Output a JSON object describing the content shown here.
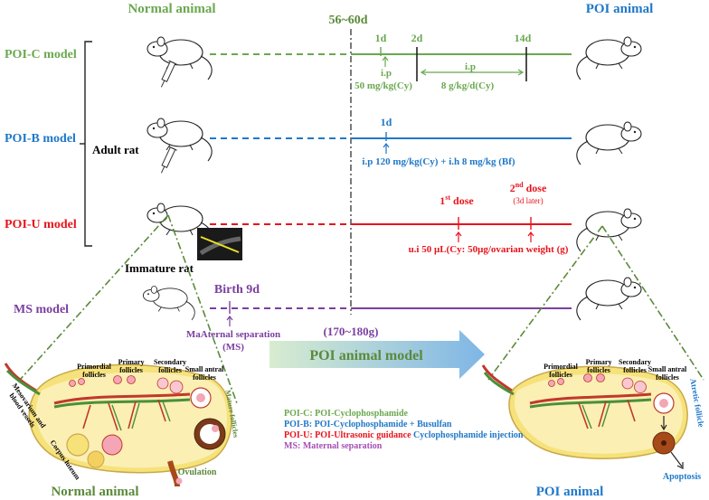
{
  "colors": {
    "green": "#6aa84f",
    "dark_green": "#5b8a3a",
    "blue": "#1f78c8",
    "red": "#e8141c",
    "purple": "#7a3fa0",
    "black": "#000000",
    "ovary_fill": "#f6e27a",
    "arrow_start": "#d8ecd0",
    "arrow_end": "#7fb6e6"
  },
  "header": {
    "left": "Normal animal",
    "right": "POI animal",
    "age": "56~60d"
  },
  "models": {
    "poi_c": {
      "label": "POI-C model",
      "day1": "1d",
      "day2": "2d",
      "day14": "14d",
      "ip1": "i.p",
      "dose1": "50 mg/kg(Cy)",
      "ip2": "i.p",
      "dose2": "8 g/kg/d(Cy)"
    },
    "poi_b": {
      "label": "POI-B model",
      "day1": "1d",
      "dose": "i.p 120 mg/kg(Cy) + i.h 8 mg/kg (Bf)"
    },
    "adult_rat": "Adult rat",
    "poi_u": {
      "label": "POI-U model",
      "first_dose_num": "1",
      "first_dose_sup": "st",
      "first_dose_word": " dose",
      "second_dose_num": "2",
      "second_dose_sup": "nd",
      "second_dose_word": " dose",
      "later": "(3d later)",
      "dose": "u.i 50 μL(Cy: 50μg/ovarian weight (g)"
    },
    "immature_rat": "Immature rat",
    "ms": {
      "label": "MS model",
      "birth": "Birth 9d",
      "sep1": "MaAternal separation",
      "sep2": "(MS)",
      "weight": "(170~180g)"
    }
  },
  "big_arrow": "POI animal model",
  "legend": {
    "c": "POI-C: POI-Cyclophosphamide",
    "b": "POI-B: POI-Cyclophosphamide + Busulfan",
    "u1": "POI-U: POI-Ultrasonic guidance",
    "u2": " Cyclophosphamide injection",
    "ms": "MS:  Maternal separation"
  },
  "left_ovary": {
    "primordial1": "Primordial",
    "primordial2": "follicles",
    "primary1": "Primary",
    "primary2": "follicles",
    "secondary1": "Secondary",
    "secondary2": "follicles",
    "small_antral1": "Small antral",
    "small_antral2": "follicles",
    "mature": "Mature follicles",
    "meso1": "Mesovarium and",
    "meso2": "blood vessels",
    "corpus": "Corpus luteum",
    "ovulation": "Ovulation"
  },
  "right_ovary": {
    "primordial1": "Primordial",
    "primordial2": "follicles",
    "primary1": "Primary",
    "primary2": "follicles",
    "secondary1": "Secondary",
    "secondary2": "follicles",
    "small_antral1": "Small antral",
    "small_antral2": "follicles",
    "atretic": "Atretic follicle",
    "apoptosis": "Apoptosis"
  },
  "footer": {
    "left": "Normal animal",
    "right": "POI animal"
  }
}
